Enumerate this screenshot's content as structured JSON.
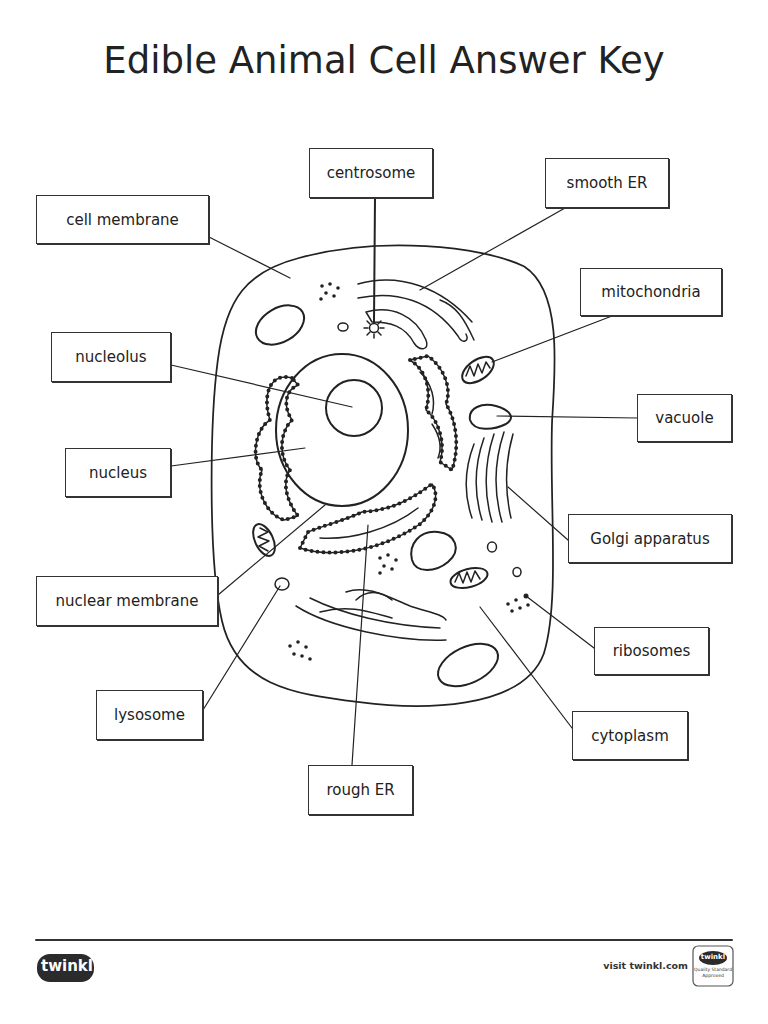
{
  "diagram": {
    "title": "Edible Animal Cell Answer Key",
    "nodes": [
      {
        "text": [
          "centrosome"
        ]
      },
      {
        "text": [
          "smooth ER"
        ]
      },
      {
        "text": [
          "cell membrane"
        ]
      },
      {
        "text": [
          "mitochondria"
        ]
      },
      {
        "text": [
          "nucleolus"
        ]
      },
      {
        "text": [
          "vacuole"
        ]
      },
      {
        "text": [
          "nucleus"
        ]
      },
      {
        "text": [
          "Golgi apparatus"
        ]
      },
      {
        "text": [
          "nuclear membrane"
        ]
      },
      {
        "text": [
          "ribosomes"
        ]
      },
      {
        "text": [
          "lysosome"
        ]
      },
      {
        "text": [
          "cytoplasm"
        ]
      },
      {
        "text": [
          "rough ER"
        ]
      }
    ],
    "labels": [
      "twinkl",
      "visit twinkl.com",
      "twinkl",
      "Quality Standard Approved"
    ]
  }
}
